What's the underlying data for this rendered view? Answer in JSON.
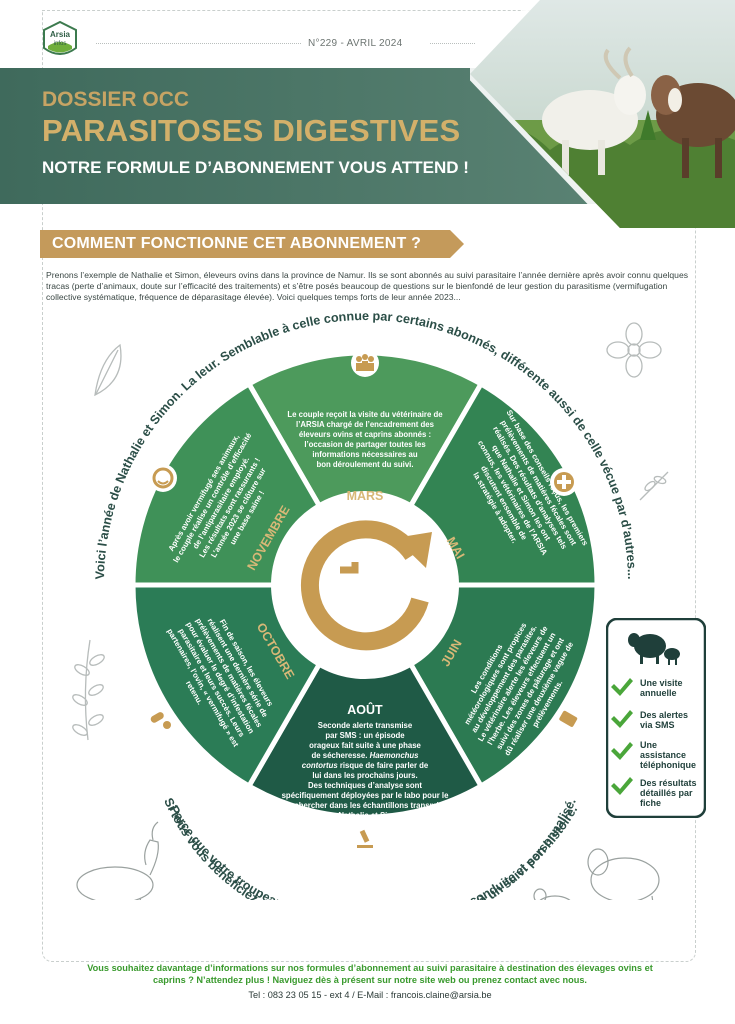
{
  "header": {
    "logo_text": "Arsia infos",
    "issue": "N°229 - AVRIL 2024",
    "kicker": "DOSSIER OCC",
    "title": "PARASITOSES DIGESTIVES",
    "subtitle": "NOTRE FORMULE D’ABONNEMENT VOUS ATTEND !"
  },
  "section": {
    "title": "COMMENT FONCTIONNE CET ABONNEMENT ?",
    "intro": "Prenons l’exemple de Nathalie et Simon, éleveurs ovins dans la province de Namur. Ils se sont abonnés au suivi parasitaire l’année dernière après avoir connu quelques tracas (perte d’animaux, doute sur l’efficacité des traitements) et s’être posés beaucoup de questions sur le bienfondé de leur gestion du parasitisme (vermifugation collective systématique, fréquence de déparasitage élevée). Voici quelques temps forts de leur année 2023..."
  },
  "wheel": {
    "outer_top": "Voici l’année de Nathalie et Simon. La leur. Semblable à celle connue par certains abonnés, différente aussi de celle vécue par d’autres...",
    "outer_bottom_1": "Si tous vous bénéficiez du même service, tous vous avez droit à un suivi personnalisé.",
    "outer_bottom_2": "Parce que votre troupeau est unique dans sa diversité, sa conduite et son histoire.",
    "segments": {
      "mars": {
        "label": "MARS",
        "lines": [
          "Le couple reçoit la visite du vétérinaire de",
          "l’ARSIA chargé de l’encadrement des",
          "éleveurs ovins et caprins abonnés :",
          "l’occasion de partager toutes les",
          "informations nécessaires au",
          "bon déroulement du suivi."
        ]
      },
      "mai": {
        "label": "MAI",
        "lines": [
          "Sur base des conseils reçus, les premiers",
          "prélèvements de matières fécales sont",
          "réalisés. Des résultats d’analyses tels",
          "que Nathalie et Simon les ont",
          "connus, les vétérinaires de l’ARSIA",
          "discutent ensemble de",
          "la stratégie à adopter."
        ]
      },
      "juin": {
        "label": "JUIN",
        "lines": [
          "Les conditions",
          "météorologiques sont propices",
          "au développement des parasites.",
          "Le vétérinaire alerte les éleveurs de",
          "l’herbe. Les éleveurs effectuent un",
          "suivi des zones de pâturage et ont",
          "dû réaliser une deuxième vague de",
          "prélèvements."
        ]
      },
      "aout": {
        "label": "AOÛT",
        "lines": [
          "Seconde alerte transmise",
          "par SMS : un épisode",
          "orageux fait suite à une phase",
          "de sécheresse.",
          "Haemonchus",
          "contortus",
          "risque de faire parler de",
          "lui dans les prochains jours.",
          "Des techniques d’analyse sont",
          "spécifiquement déployées par le labo pour le",
          "rechercher dans les échantillons transmis",
          "par Nathalie et Simon."
        ]
      },
      "octobre": {
        "label": "OCTOBRE",
        "lines": [
          "Fin de saison, les éleveurs",
          "réalisent une dernière série de",
          "prélèvements de matières fécales",
          "pour évaluer le degré d’infestation",
          "parasitaire et leurs succès. Leurs",
          "partenaires, l’ovin, « vermifugé » est",
          "retenu."
        ]
      },
      "novembre": {
        "label": "NOVEMBRE",
        "lines": [
          "Après avoir vermifugé ses animaux,",
          "le couple réalise un contrôle d’efficacité",
          "de l’antiparasitaire employé.",
          "Les résultats sont rassurants !",
          "L’année 2023 se clôture sur",
          "une base saine !"
        ]
      }
    }
  },
  "features": {
    "items": [
      "Une visite annuelle",
      "Des alertes via SMS",
      "Une assistance téléphonique",
      "Des résultats détaillés par fiche"
    ]
  },
  "footer": {
    "cta_1": "Vous souhaitez davantage d’informations sur nos formules d’abonnement au suivi parasitaire à destination des élevages ovins et",
    "cta_2": "caprins ? N’attendez plus ! Naviguez dès à présent sur notre site web ou prenez contact avec nous.",
    "contact": "Tel : 083 23 05 15 - ext 4 / E-Mail : francois.claine@arsia.be"
  },
  "colors": {
    "banner_green": "#46705f",
    "gold": "#c9a562",
    "wheel_green": "#2f7a55",
    "text_green": "#3a9a2e"
  }
}
